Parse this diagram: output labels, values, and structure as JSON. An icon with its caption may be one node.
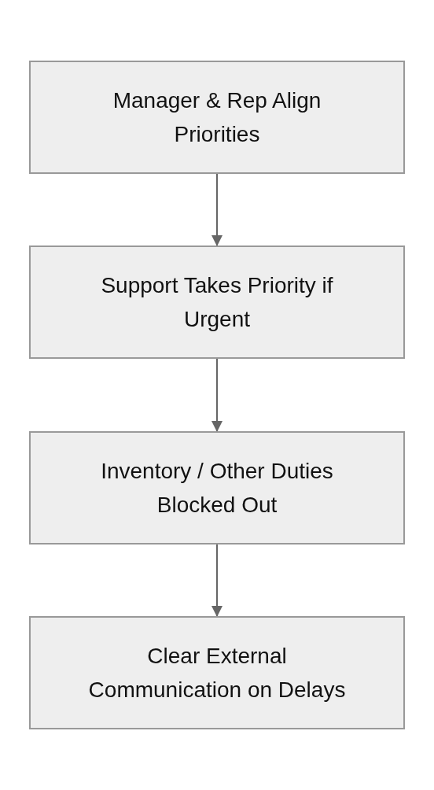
{
  "diagram": {
    "nodes": [
      {
        "text": [
          "Manager & Rep Align Priorities"
        ]
      },
      {
        "text": [
          "Support Takes Priority if Urgent"
        ]
      },
      {
        "text": [
          "Inventory / Other Duties Blocked Out"
        ]
      },
      {
        "text": [
          "Clear External Communication on Delays"
        ]
      }
    ],
    "edges": [
      {
        "from": 0,
        "to": 1,
        "arrow": "to"
      },
      {
        "from": 1,
        "to": 2,
        "arrow": "to"
      },
      {
        "from": 2,
        "to": 3,
        "arrow": "to"
      }
    ]
  }
}
